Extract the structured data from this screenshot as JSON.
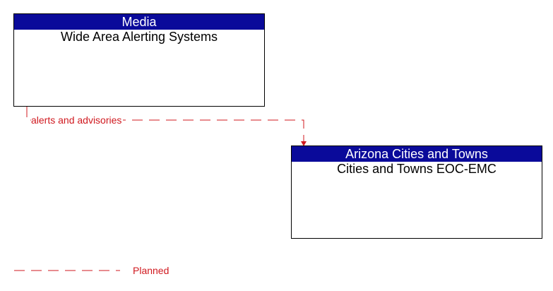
{
  "colors": {
    "header_bg": "#0a0a9a",
    "flow_planned": "#d0191f"
  },
  "nodes": [
    {
      "id": "media",
      "header": "Media",
      "title": "Wide Area Alerting Systems"
    },
    {
      "id": "arizona",
      "header": "Arizona Cities and Towns",
      "title": "Cities and Towns EOC-EMC"
    }
  ],
  "flows": [
    {
      "from": "media",
      "to": "arizona",
      "label": "alerts and advisories",
      "status": "Planned"
    }
  ],
  "legend": [
    {
      "label": "Planned",
      "style": "dashed"
    }
  ]
}
